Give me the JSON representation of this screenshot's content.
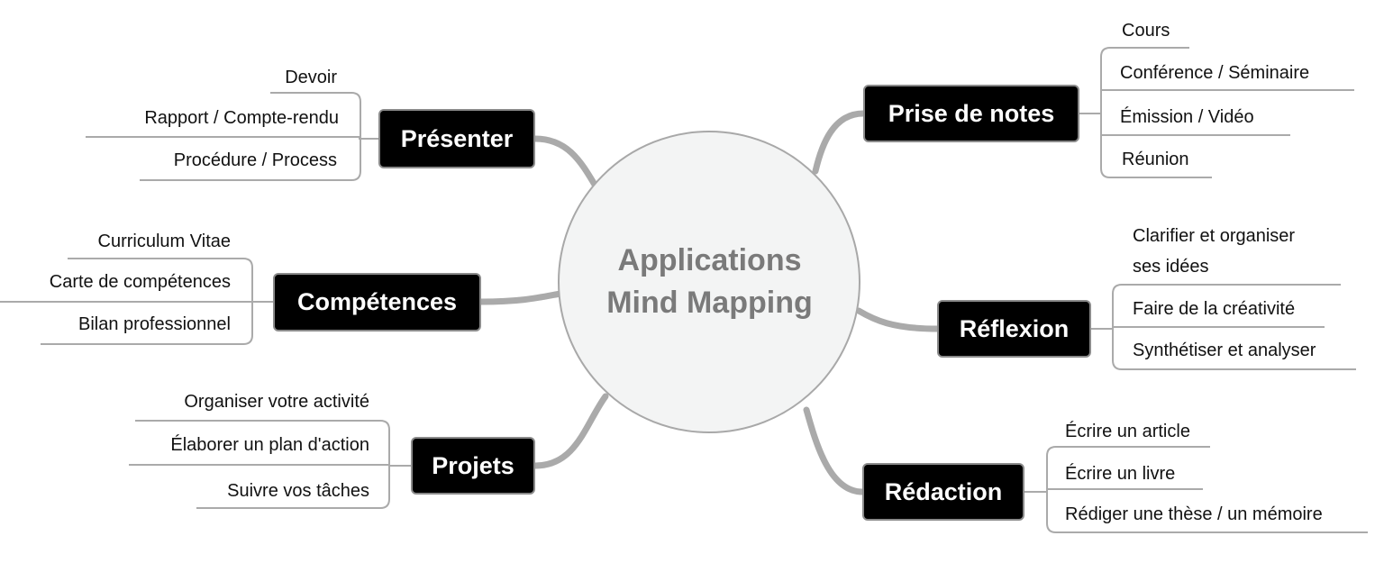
{
  "center": {
    "line1": "Applications",
    "line2": "Mind Mapping"
  },
  "colors": {
    "node_bg": "#000000",
    "connector": "#aaaaaa",
    "center_fill": "#f3f4f4",
    "center_text": "#7a7a7a"
  },
  "branches": [
    {
      "label": "Présenter",
      "children": [
        "Devoir",
        "Rapport / Compte-rendu",
        "Procédure / Process"
      ]
    },
    {
      "label": "Compétences",
      "children": [
        "Curriculum Vitae",
        "Carte de compétences",
        "Bilan professionnel"
      ]
    },
    {
      "label": "Projets",
      "children": [
        "Organiser votre activité",
        "Élaborer un plan d'action",
        "Suivre vos tâches"
      ]
    },
    {
      "label": "Prise de notes",
      "children": [
        "Cours",
        "Conférence / Séminaire",
        "Émission / Vidéo",
        "Réunion"
      ]
    },
    {
      "label": "Réflexion",
      "children": [
        "Clarifier et organiser",
        "ses idées",
        "Faire de la créativité",
        "Synthétiser et analyser"
      ]
    },
    {
      "label": "Rédaction",
      "children": [
        "Écrire un article",
        "Écrire un livre",
        "Rédiger une thèse / un mémoire"
      ]
    }
  ]
}
